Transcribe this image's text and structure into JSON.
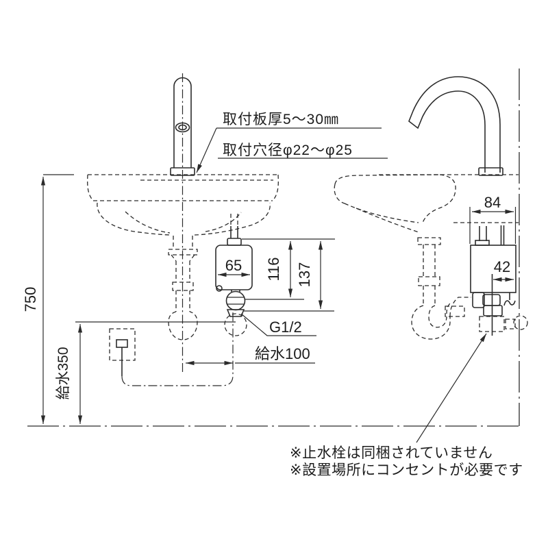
{
  "drawing": {
    "background": "#ffffff",
    "line_color": "#2b2b2b",
    "callout": {
      "plate_thickness": "取付板厚5〜30㎜",
      "hole_diameter": "取付穴径φ22〜φ25"
    },
    "front_view": {
      "overall_height": "750",
      "supply_height": "給水350",
      "supply_offset": "給水100",
      "controller_width": "65",
      "dim_body": "116",
      "dim_total": "137",
      "thread_size": "G1/2"
    },
    "side_view": {
      "overall_width": "84",
      "pipe_offset": "42"
    },
    "notes": {
      "note1": "※止水栓は同梱されていません",
      "note2": "※設置場所にコンセントが必要です"
    }
  }
}
